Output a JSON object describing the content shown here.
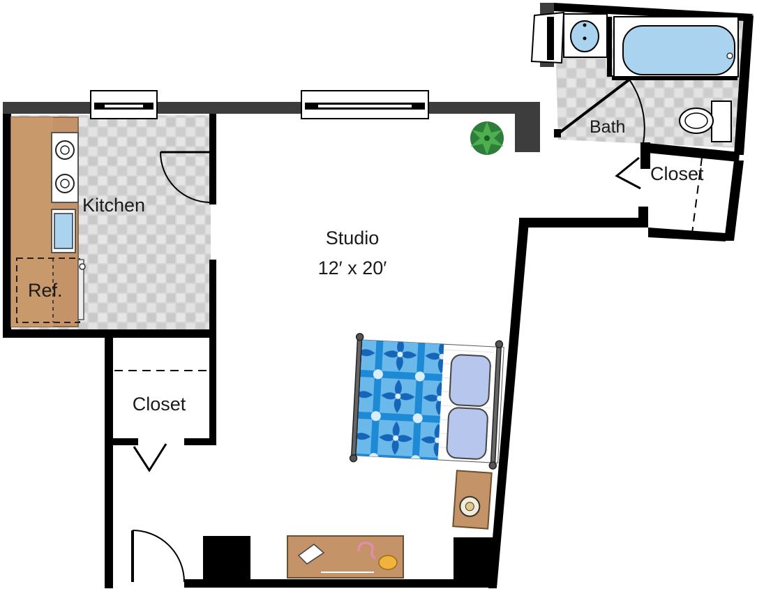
{
  "plan": {
    "rooms": {
      "studio": {
        "name": "Studio",
        "dimensions": "12′ x 20′"
      },
      "kitchen": {
        "name": "Kitchen"
      },
      "refrigerator": {
        "name": "Ref."
      },
      "bath": {
        "name": "Bath"
      },
      "closet_top": {
        "name": "Closet"
      },
      "closet_left": {
        "name": "Closet"
      }
    },
    "colors": {
      "wall": "#000000",
      "exterior_wall": "#3d3d3d",
      "tile_a": "#e3e3e3",
      "tile_b": "#c8c8c8",
      "counter": "#c49468",
      "counter_edge": "#8a6a4a",
      "water": "#a9d3ef",
      "bed_blue": "#1e8ad6",
      "pillow": "#b7c6ec",
      "plant": "#2e7d3a",
      "desk": "#c49468"
    }
  }
}
